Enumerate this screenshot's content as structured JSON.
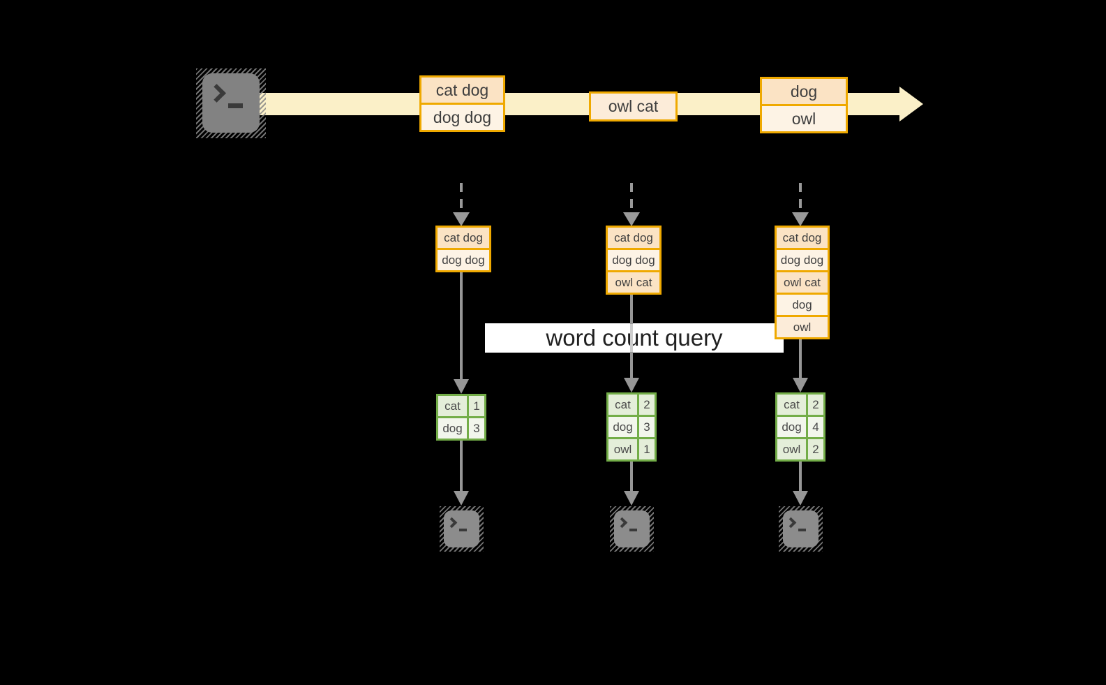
{
  "query_label": "word count query",
  "icons": {
    "source": "terminal-icon",
    "sink": "terminal-icon"
  },
  "colors": {
    "background": "#000000",
    "stream_fill": "#fbf0c8",
    "event_border": "#efa900",
    "event_fill_dark": "#fbe3c4",
    "event_fill_light": "#fdf3e5",
    "event_fill_single": "#fcecd9",
    "table_border": "#73ad48",
    "table_fill_dark": "#e4eed9",
    "table_fill_light": "#f2f6ec",
    "arrow_gray": "#969696",
    "terminal_gray": "#8c8c8c"
  },
  "stream": {
    "events": [
      {
        "rows": [
          "cat dog",
          "dog dog"
        ]
      },
      {
        "rows": [
          "owl cat"
        ]
      },
      {
        "rows": [
          "dog",
          "owl"
        ]
      }
    ]
  },
  "columns": [
    {
      "buffer": [
        "cat dog",
        "dog dog"
      ],
      "counts": [
        {
          "word": "cat",
          "count": 1
        },
        {
          "word": "dog",
          "count": 3
        }
      ]
    },
    {
      "buffer": [
        "cat dog",
        "dog dog",
        "owl cat"
      ],
      "counts": [
        {
          "word": "cat",
          "count": 2
        },
        {
          "word": "dog",
          "count": 3
        },
        {
          "word": "owl",
          "count": 1
        }
      ]
    },
    {
      "buffer": [
        "cat dog",
        "dog dog",
        "owl cat",
        "dog",
        "owl"
      ],
      "counts": [
        {
          "word": "cat",
          "count": 2
        },
        {
          "word": "dog",
          "count": 4
        },
        {
          "word": "owl",
          "count": 2
        }
      ]
    }
  ]
}
